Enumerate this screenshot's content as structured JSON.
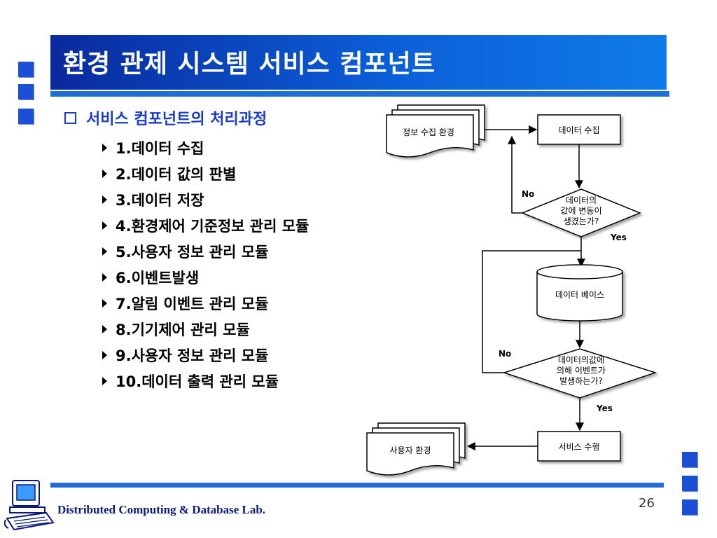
{
  "title": "환경 관제 시스템 서비스 컴포넌트",
  "section_heading": "서비스 컴포넌트의 처리과정",
  "steps": [
    "1.데이터 수집",
    "2.데이터 값의 판별",
    "3.데이터 저장",
    "4.환경제어 기준정보 관리 모듈",
    "5.사용자 정보 관리 모듈",
    "6.이벤트발생",
    "7.알림 이벤트 관리 모듈",
    "8.기기제어 관리 모듈",
    "9.사용자 정보 관리 모듈",
    "10.데이터 출력 관리 모듈"
  ],
  "flowchart": {
    "env_collect": "정보 수집 환경",
    "data_collect": "데이터 수집",
    "decision1": [
      "데이터의",
      "값에 변동이",
      "생겼는가?"
    ],
    "database": "데이터 베이스",
    "decision2": [
      "데이터의값에",
      "의해 이벤트가",
      "발생하는가?"
    ],
    "service": "서비스 수행",
    "user_env": "사용자 환경",
    "no_label": "No",
    "yes_label": "Yes"
  },
  "footer": {
    "lab": "Distributed Computing & Database Lab.",
    "page": "26"
  },
  "colors": {
    "title_bar": "#0b5fd8",
    "accent_blue": "#1a3cc8",
    "rule_blue": "#1f6fd6"
  }
}
